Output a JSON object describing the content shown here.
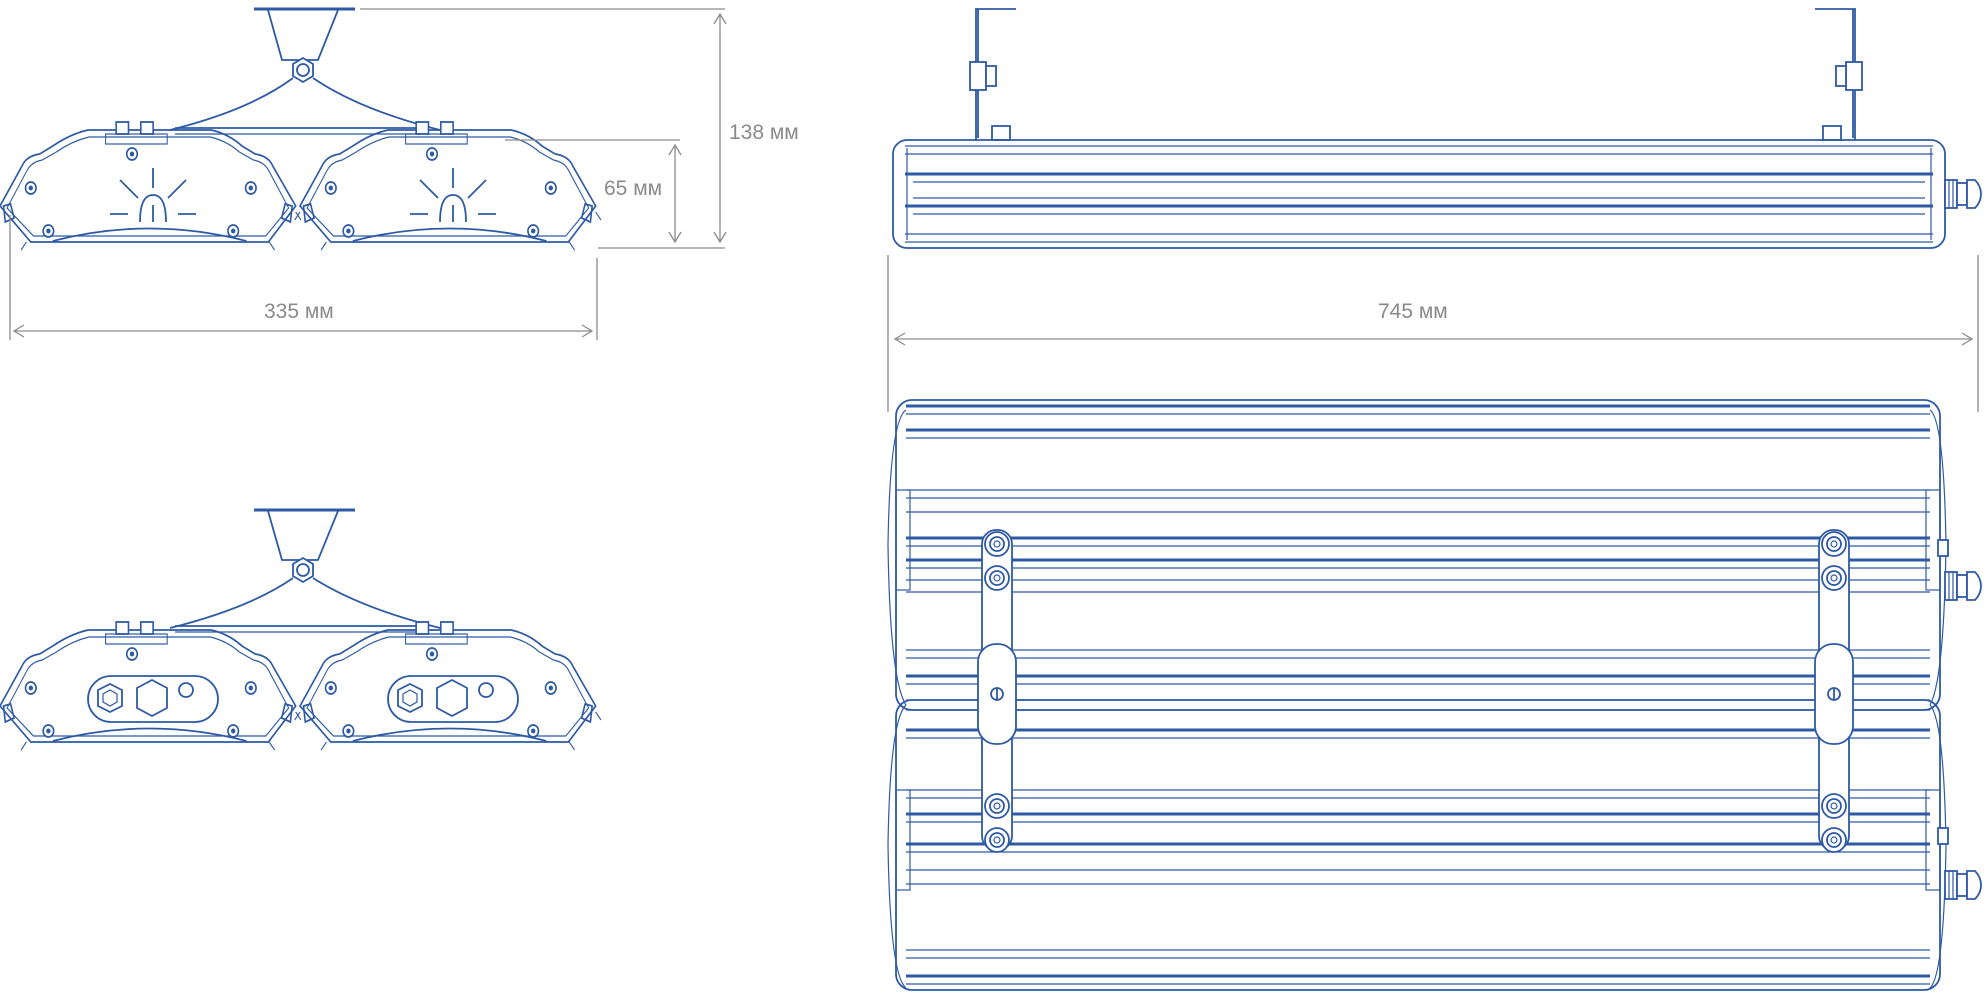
{
  "colors": {
    "drawing_lines": "#2e5aa4",
    "dimension_lines": "#8c8c8c",
    "dimension_text": "#8a8a8a",
    "background": "#ffffff"
  },
  "dimensions": {
    "height_total": "138 мм",
    "height_body": "65 мм",
    "width": "335 мм",
    "length": "745 мм"
  },
  "views": [
    {
      "id": "front-view",
      "icon": "light-sun-icon"
    },
    {
      "id": "rear-view",
      "icon": "cable-gland-icon"
    },
    {
      "id": "side-view",
      "icon": "mounting-bracket-icon"
    },
    {
      "id": "top-view",
      "icon": "heatsink-fins-icon"
    }
  ]
}
